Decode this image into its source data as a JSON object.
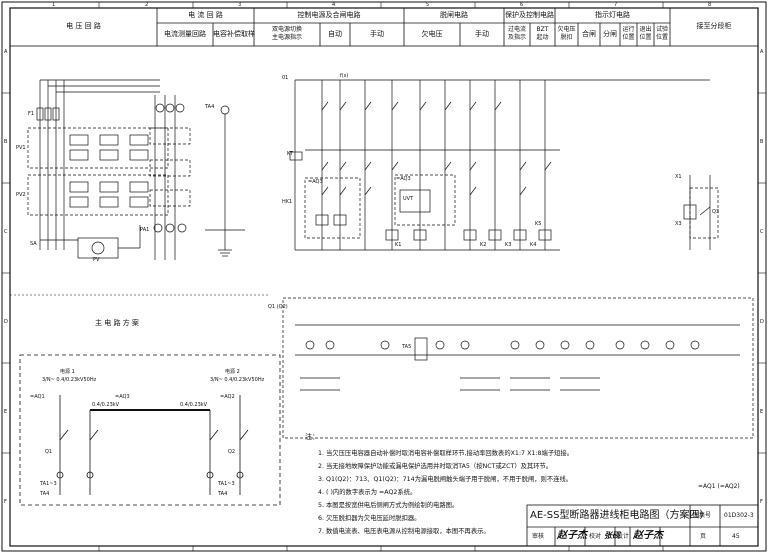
{
  "colors": {
    "ink": "#111111",
    "paper": "#ffffff"
  },
  "grid": {
    "top_cols": [
      "1",
      "2",
      "3",
      "4",
      "5",
      "6",
      "7",
      "8"
    ],
    "rows": [
      "A",
      "B",
      "C",
      "D",
      "E",
      "F"
    ]
  },
  "header": {
    "voltage_circuit": "电  压  回  路",
    "current_circuit": "电  流  回  路",
    "current_measure": "电流测量回路",
    "cap_comp": "电容补偿取样",
    "control_power": "控制电源及合闸电路",
    "dual_power_line1": "双电源切换",
    "dual_power_line2": "主电源指示",
    "auto": "自动",
    "manual": "手动",
    "trip_circuit": "脱闸电路",
    "undervoltage": "欠电压",
    "manual2": "手动",
    "protect_control": "保护及控制电路",
    "overcurrent_line1": "过电流",
    "overcurrent_line2": "及指示",
    "bzt_line1": "BZT",
    "bzt_line2": "起动",
    "undervolt_delay_line1": "欠电压",
    "undervolt_delay_line2": "脱扣",
    "indicator_circuit": "指示灯电路",
    "close": "合闸",
    "open": "分闸",
    "run_line1": "运行",
    "run_line2": "位置",
    "test_line1": "退出",
    "test_line2": "位置",
    "trial_line1": "试验",
    "trial_line2": "位置",
    "terminal": "接至分段柜"
  },
  "section_labels": {
    "main_circuit": "主  电  路  方  案"
  },
  "single_line": {
    "source1_label": "电源 1",
    "source1_spec": "3/N~ 0.4/0.23kV50Hz",
    "source2_label": "电源 2",
    "source2_spec": "3/N~ 0.4/0.23kV50Hz",
    "bus_label1": "0.4/0.23kV",
    "bus_label2": "0.4/0.23kV",
    "aq1": "=AQ1",
    "aq2": "=AQ2",
    "aq3": "=AQ3",
    "q1": "Q1",
    "q2": "Q2",
    "ta1": "TA1~3",
    "ta4": "TA4",
    "ta1b": "TA1~3",
    "ta4b": "TA4"
  },
  "notes": {
    "heading": "注：",
    "items": [
      "1.  当欠压压电容器自动补偿时取消电容补偿取样环节,接动率回数表的X1:7  X1:8端子短接。",
      "2.  当无接地故障保护功能或漏电保护选用并时取消TA5（按NCT或ZCT）及其环节。",
      "3.  Q1(Q2)：713、Q1(Q2)：714为漏电脱闸触头端子用于脱闸，不用于脱闸，则不连线。",
      "4.  (     )内的数字表示为 =AQ2系统。",
      "5.  本图是按宽供电后侧闸方式为例绘制的电路图。",
      "6.  欠压脱扣器为欠电压延时脱扣器。",
      "7.  数值电流表、电压表电源从控制电源接取，本图不再表示。"
    ]
  },
  "aq_ref": "=AQ1 (=AQ2)",
  "title_block": {
    "title": "AE-SS型断路器进线柜电路图（方案四）",
    "atlas_label": "图集号",
    "atlas_no": "01D302-3",
    "review": "审核",
    "check": "校对",
    "design": "设计",
    "page_label": "页",
    "page_no": "45"
  },
  "labels": {
    "f1": "F1",
    "pv1": "PV1",
    "pv2": "PV2",
    "sa": "SA",
    "pv": "PV",
    "pa1": "PA1",
    "ta4": "TA4",
    "hk1": "HK1",
    "uvt": "UVT",
    "aq3a": "=AQ3",
    "aq3b": "=AQ3",
    "k1": "K1",
    "k2": "K2",
    "k3": "K3",
    "k4": "K4",
    "k5": "K5",
    "kt": "KT",
    "ta5": "TA5",
    "ql": "Q1\n(Q2)",
    "x1": "X1",
    "x3": "X3",
    "sc": "Q3",
    "d9": "01",
    "fs": "f(s)"
  }
}
